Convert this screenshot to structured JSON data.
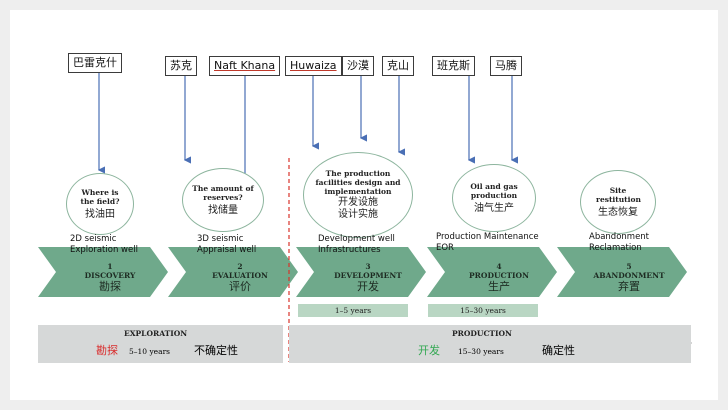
{
  "top_labels": [
    {
      "text": "巴雷克什"
    },
    {
      "text": "苏克"
    },
    {
      "text": "Naft Khana"
    },
    {
      "text": "Huwaiza"
    },
    {
      "text": "沙漠"
    },
    {
      "text": "克山"
    },
    {
      "text": "班克斯"
    },
    {
      "text": "马腾"
    }
  ],
  "questions": [
    {
      "en": "Where is the field?",
      "cn": "找油田"
    },
    {
      "en": "The amount of reserves?",
      "cn": "找储量"
    },
    {
      "en": "The production facilities design and implementation",
      "cn1": "开发设施",
      "cn2": "设计实施"
    },
    {
      "en": "Oil and gas production",
      "cn": "油气生产"
    },
    {
      "en": "Site restitution",
      "cn": "生态恢复"
    }
  ],
  "activities": [
    {
      "line1": "2D seismic",
      "line2": "Exploration well"
    },
    {
      "line1": "3D seismic",
      "line2": "Appraisal well"
    },
    {
      "line1": "Development well",
      "line2": "Infrastructures"
    },
    {
      "line1": "Production Maintenance",
      "line2": "EOR"
    },
    {
      "line1": "Abandonment",
      "line2": "Reclamation"
    }
  ],
  "phases": [
    {
      "num": "1",
      "name": "DISCOVERY",
      "cn": "勘探"
    },
    {
      "num": "2",
      "name": "EVALUATION",
      "cn": "评价"
    },
    {
      "num": "3",
      "name": "DEVELOPMENT",
      "cn": "开发"
    },
    {
      "num": "4",
      "name": "PRODUCTION",
      "cn": "生产"
    },
    {
      "num": "5",
      "name": "ABANDONMENT",
      "cn": "弃置"
    }
  ],
  "durations": {
    "development": "1–5 years",
    "production": "15–30 years"
  },
  "exploration_bar": {
    "title": "EXPLORATION",
    "cn": "勘探",
    "years": "5–10 years",
    "nature": "不确定性"
  },
  "production_bar": {
    "title": "PRODUCTION",
    "cn": "开发",
    "years": "15–30 years",
    "nature": "确定性"
  },
  "colors": {
    "chevron": "#6fa98b",
    "circle_border": "#8db59e",
    "duration_box": "#b9d6c3",
    "bar": "#d6d8d8",
    "arrow": "#4a6fb5",
    "divider": "#d9342b",
    "exploration_cn": "#d92b2b",
    "production_cn": "#33a852"
  }
}
